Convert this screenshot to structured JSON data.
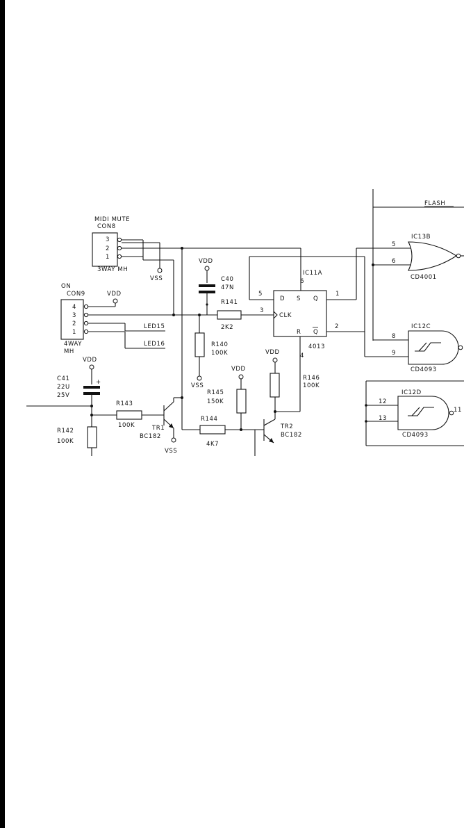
{
  "sections": {
    "flash": "FLASH",
    "midi_mute": "MIDI MUTE"
  },
  "connectors": {
    "con8": {
      "ref": "CON8",
      "pins": [
        "3",
        "2",
        "1"
      ],
      "type": "3WAY  MH"
    },
    "con9": {
      "ref": "CON9",
      "caption": "ON",
      "pins": [
        "4",
        "3",
        "2",
        "1"
      ],
      "type_line1": "4WAY",
      "type_line2": "MH"
    }
  },
  "power": {
    "vdd": "VDD",
    "vss": "VSS"
  },
  "leds": {
    "led15": "LED15",
    "led16": "LED16"
  },
  "capacitors": {
    "c40": {
      "ref": "C40",
      "value": "47N"
    },
    "c41": {
      "ref": "C41",
      "value": "22U",
      "voltage": "25V"
    }
  },
  "resistors": {
    "r140": {
      "ref": "R140",
      "value": "100K"
    },
    "r141": {
      "ref": "R141",
      "value": "2K2"
    },
    "r142": {
      "ref": "R142",
      "value": "100K"
    },
    "r143": {
      "ref": "R143",
      "value": "100K"
    },
    "r144": {
      "ref": "R144",
      "value": "4K7"
    },
    "r145": {
      "ref": "R145",
      "value": "150K"
    },
    "r146": {
      "ref": "R146",
      "value": "100K"
    }
  },
  "transistors": {
    "tr1": {
      "ref": "TR1",
      "part": "BC182"
    },
    "tr2": {
      "ref": "TR2",
      "part": "BC182"
    }
  },
  "ics": {
    "ic11a": {
      "ref": "IC11A",
      "part": "4013",
      "pin_labels": {
        "d": "D",
        "s": "S",
        "q": "Q",
        "clk": "CLK",
        "r": "R",
        "qbar": "Q"
      },
      "pin_numbers": {
        "d": "5",
        "s": "6",
        "q": "1",
        "clk": "3",
        "qbar": "2",
        "r": "4"
      }
    },
    "ic13b": {
      "ref": "IC13B",
      "part": "CD4001",
      "pins": {
        "in1": "5",
        "in2": "6"
      }
    },
    "ic12c": {
      "ref": "IC12C",
      "part": "CD4093",
      "pins": {
        "in1": "8",
        "in2": "9"
      }
    },
    "ic12d": {
      "ref": "IC12D",
      "part": "CD4093",
      "pins": {
        "in1": "12",
        "in2": "13",
        "out": "11"
      }
    }
  }
}
